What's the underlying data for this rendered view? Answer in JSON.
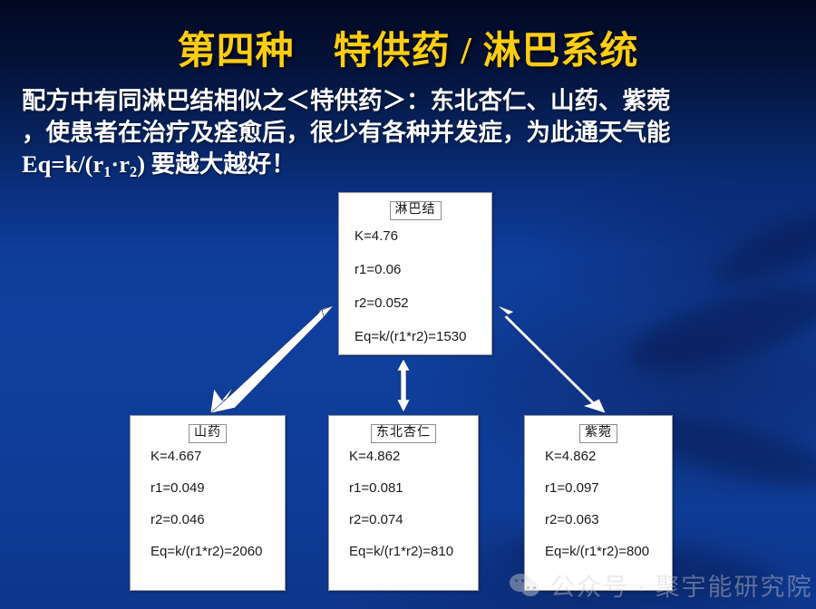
{
  "slide": {
    "title": "第四种　特供药 / 淋巴系统",
    "title_color": "#FFCE11",
    "background_top_color": "#020821",
    "background_bottom_color": "#0d368c",
    "body_lines": {
      "line1": "配方中有同淋巴结相似之＜特供药＞：东北杏仁、山药、紫菀",
      "line2": "，使患者在治疗及痊愈后，很少有各种并发症，为此通天气能",
      "line3_prefix": "Eq=k/(r",
      "line3_sub1": "1",
      "line3_mid": "·r",
      "line3_sub2": "2",
      "line3_suffix": ") 要越大越好！"
    }
  },
  "diagram": {
    "type": "relationship-diagram",
    "nodes": [
      {
        "id": "lymph-node",
        "title": "淋巴结",
        "rows": [
          "K=4.76",
          "r1=0.06",
          "r2=0.052",
          "Eq=k/(r1*r2)=1530"
        ],
        "K": 4.76,
        "r1": 0.06,
        "r2": 0.052,
        "Eq": 1530
      },
      {
        "id": "yam",
        "title": "山药",
        "rows": [
          "K=4.667",
          "r1=0.049",
          "r2=0.046",
          "Eq=k/(r1*r2)=2060"
        ],
        "K": 4.667,
        "r1": 0.049,
        "r2": 0.046,
        "Eq": 2060
      },
      {
        "id": "apricot-kernel",
        "title": "东北杏仁",
        "rows": [
          "K=4.862",
          "r1=0.081",
          "r2=0.074",
          "Eq=k/(r1*r2)=810"
        ],
        "K": 4.862,
        "r1": 0.081,
        "r2": 0.074,
        "Eq": 810
      },
      {
        "id": "aster",
        "title": "紫菀",
        "rows": [
          "K=4.862",
          "r1=0.097",
          "r2=0.063",
          "Eq=k/(r1*r2)=800"
        ],
        "K": 4.862,
        "r1": 0.097,
        "r2": 0.063,
        "Eq": 800
      }
    ],
    "connectors": [
      {
        "from": "lymph-node",
        "to": "yam",
        "style": "double-headed-arrow",
        "color": "#FFFFFF"
      },
      {
        "from": "lymph-node",
        "to": "apricot-kernel",
        "style": "double-headed-arrow",
        "color": "#FFFFFF"
      },
      {
        "from": "lymph-node",
        "to": "aster",
        "style": "double-headed-arrow",
        "color": "#FFFFFF"
      }
    ]
  },
  "watermark": {
    "icon": "wechat-icon",
    "text": "公众号 · 聚宇能研究院"
  }
}
